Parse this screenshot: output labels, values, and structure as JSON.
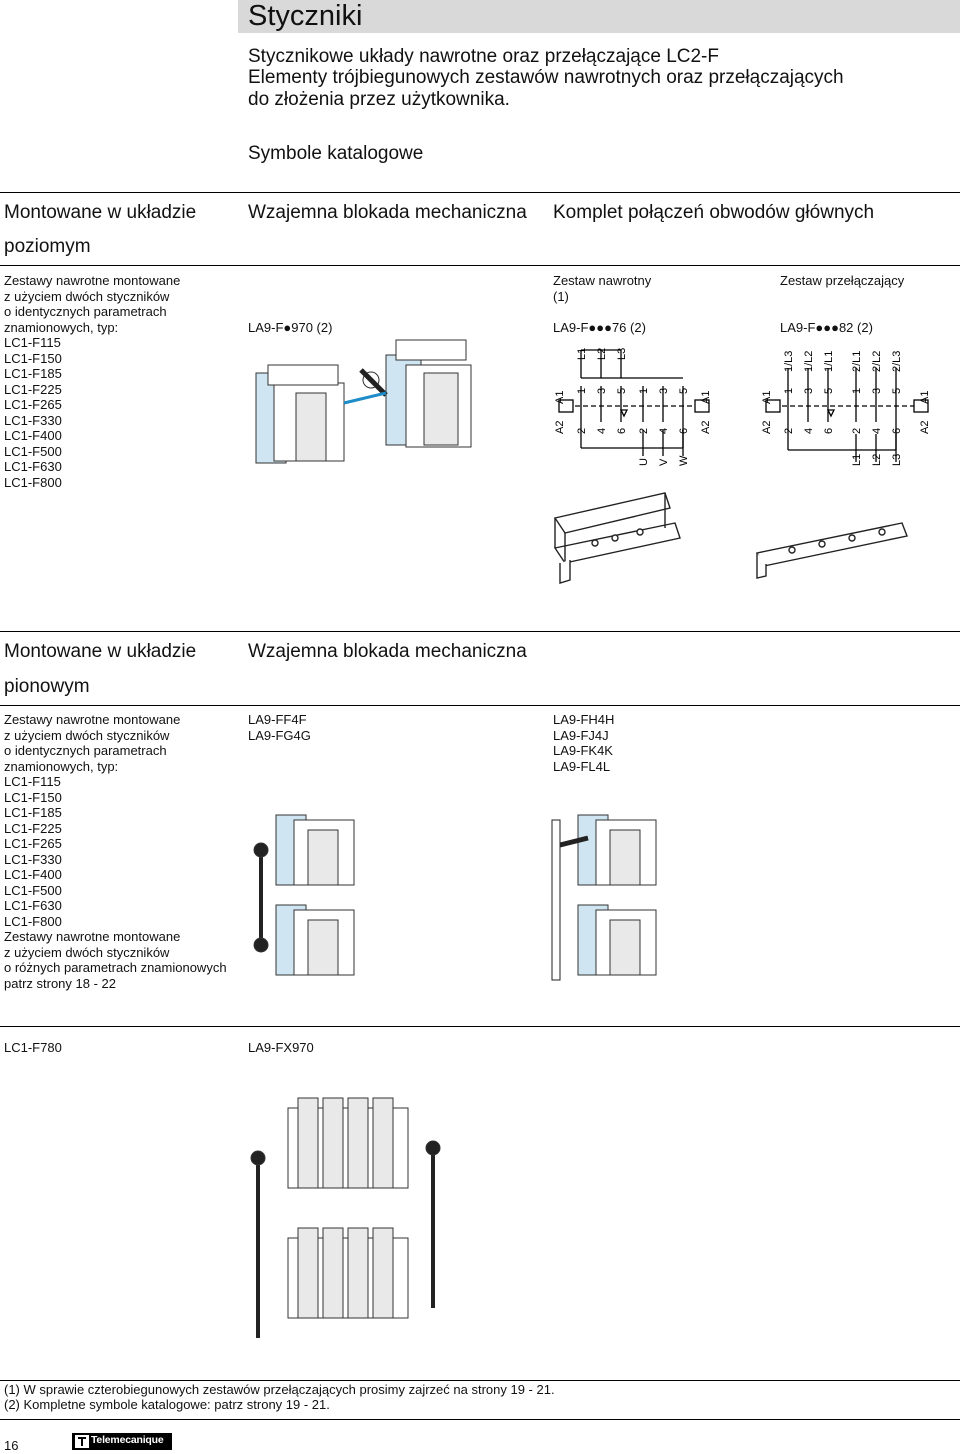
{
  "header": {
    "title": "Styczniki",
    "subtitle_lines": [
      "Stycznikowe układy nawrotne oraz przełączające  LC2-F",
      "Elementy trójbiegunowych zestawów nawrotnych oraz przełączających",
      "do złożenia przez użytkownika."
    ],
    "section_title": "Symbole katalogowe"
  },
  "section1": {
    "col1_heading_line1": "Montowane w układzie",
    "col1_heading_line2": "poziomym",
    "col2_heading": "Wzajemna blokada mechaniczna",
    "col3_heading": "Komplet połączeń obwodów głównych",
    "description": [
      "Zestawy nawrotne montowane",
      "z użyciem dwóch styczników",
      "o identycznych parametrach",
      "znamionowych, typ:"
    ],
    "models": [
      "LC1-F115",
      "LC1-F150",
      "LC1-F185",
      "LC1-F225",
      "LC1-F265",
      "LC1-F330",
      "LC1-F400",
      "LC1-F500",
      "LC1-F630",
      "LC1-F800"
    ],
    "interlock_ref": "LA9-F●970 (2)",
    "reversing_label_line1": "Zestaw nawrotny",
    "reversing_label_line2": "(1)",
    "reversing_ref": "LA9-F●●●76 (2)",
    "changeover_label": "Zestaw przełączający",
    "changeover_ref": "LA9-F●●●82 (2)",
    "rev_diagram": {
      "top_labels": [
        "L1",
        "L2",
        "L3"
      ],
      "coil_left_top": "A1",
      "coil_left_bottom": "A2",
      "coil_right_top": "A1",
      "coil_right_bottom": "A2",
      "terminals_top": [
        "1",
        "3",
        "5",
        "1",
        "3",
        "5"
      ],
      "terminals_bottom": [
        "2",
        "4",
        "6",
        "2",
        "4",
        "6"
      ],
      "bottom_labels": [
        "U",
        "V",
        "W"
      ]
    },
    "chg_diagram": {
      "top_labels": [
        "1/L3",
        "1/L2",
        "1/L1",
        "2/L1",
        "2/L2",
        "2/L3"
      ],
      "coil_left_top": "A1",
      "coil_left_bottom": "A2",
      "coil_right_top": "A1",
      "coil_right_bottom": "A2",
      "terminals_top": [
        "1",
        "3",
        "5",
        "1",
        "3",
        "5"
      ],
      "terminals_bottom": [
        "2",
        "4",
        "6",
        "2",
        "4",
        "6"
      ],
      "bottom_labels": [
        "L1",
        "L2",
        "L3"
      ]
    }
  },
  "section2": {
    "col1_heading_line1": "Montowane w układzie",
    "col1_heading_line2": "pionowym",
    "col2_heading": "Wzajemna blokada mechaniczna",
    "description": [
      "Zestawy nawrotne montowane",
      "z użyciem dwóch styczników",
      "o identycznych parametrach",
      "znamionowych, typ:"
    ],
    "models": [
      "LC1-F115",
      "LC1-F150",
      "LC1-F185",
      "LC1-F225",
      "LC1-F265",
      "LC1-F330",
      "LC1-F400",
      "LC1-F500",
      "LC1-F630",
      "LC1-F800"
    ],
    "description2": [
      "Zestawy nawrotne montowane",
      "z użyciem dwóch styczników",
      "o różnych parametrach znamionowych",
      "patrz strony 18 - 22"
    ],
    "refs_a": [
      "LA9-FF4F",
      "LA9-FG4G"
    ],
    "refs_b": [
      "LA9-FH4H",
      "LA9-FJ4J",
      "LA9-FK4K",
      "LA9-FL4L"
    ]
  },
  "section3": {
    "model": "LC1-F780",
    "ref": "LA9-FX970"
  },
  "footnotes": [
    "(1) W sprawie czterobiegunowych zestawów przełączających prosimy zajrzeć na strony 19 - 21.",
    "(2) Kompletne symbole katalogowe: patrz strony 19 - 21."
  ],
  "footer": {
    "page_number": "16",
    "brand": "Telemecanique"
  }
}
